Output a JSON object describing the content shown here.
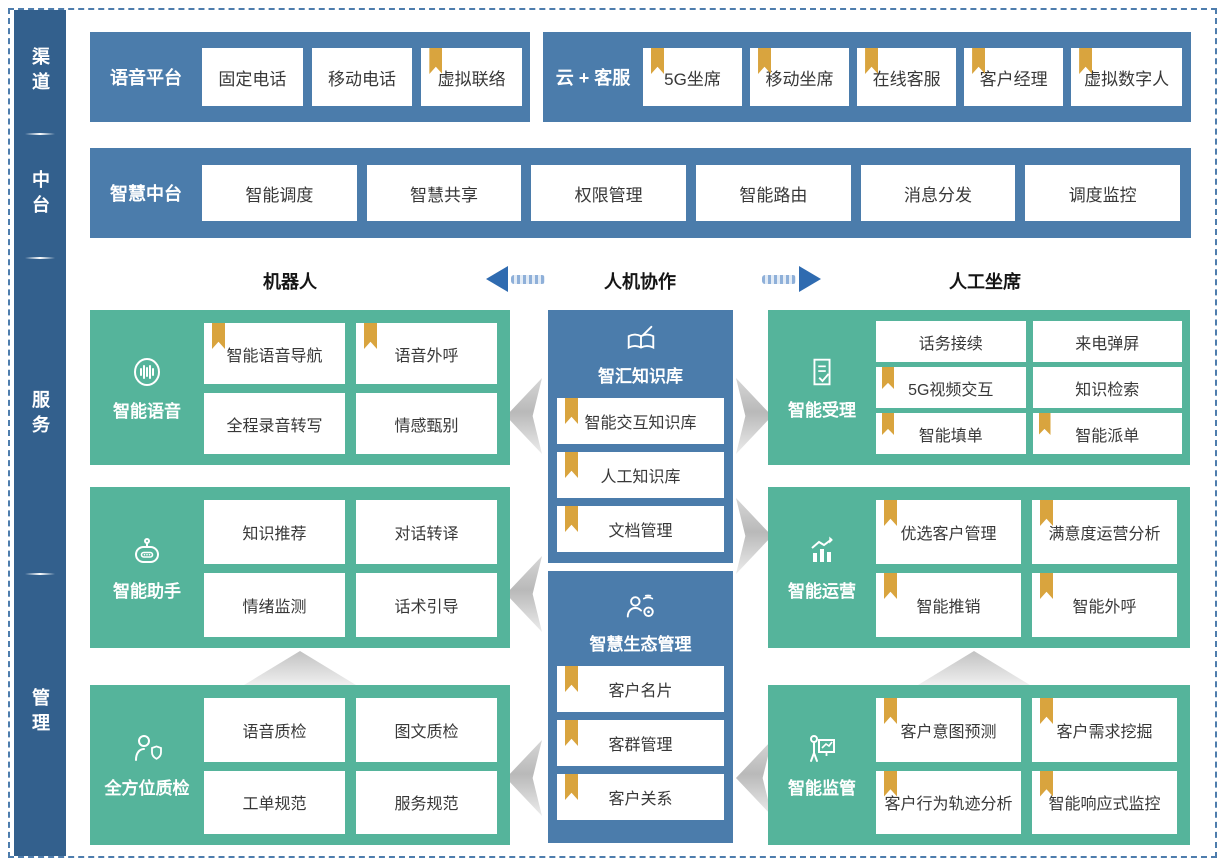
{
  "colors": {
    "sidebar_navy": "#33608d",
    "panel_blue": "#4b7cab",
    "panel_green": "#55b49b",
    "bookmark_gold": "#d9a43e",
    "arrow_blue": "#2f6bb0"
  },
  "sidebar": {
    "items": [
      {
        "label": "渠道"
      },
      {
        "label": "中台"
      },
      {
        "label": "服务"
      },
      {
        "label": "管理"
      }
    ]
  },
  "top": {
    "voice": {
      "label": "语音平台",
      "items": [
        {
          "label": "固定电话",
          "bookmark": false
        },
        {
          "label": "移动电话",
          "bookmark": false
        },
        {
          "label": "虚拟联络",
          "bookmark": true
        }
      ]
    },
    "cloud": {
      "label": "云 + 客服",
      "items": [
        {
          "label": "5G坐席",
          "bookmark": true
        },
        {
          "label": "移动坐席",
          "bookmark": true
        },
        {
          "label": "在线客服",
          "bookmark": true
        },
        {
          "label": "客户经理",
          "bookmark": true
        },
        {
          "label": "虚拟数字人",
          "bookmark": true
        }
      ]
    },
    "middle": {
      "label": "智慧中台",
      "items": [
        {
          "label": "智能调度",
          "bookmark": false
        },
        {
          "label": "智慧共享",
          "bookmark": false
        },
        {
          "label": "权限管理",
          "bookmark": false
        },
        {
          "label": "智能路由",
          "bookmark": false
        },
        {
          "label": "消息分发",
          "bookmark": false
        },
        {
          "label": "调度监控",
          "bookmark": false
        }
      ]
    }
  },
  "lanes": {
    "left": "机器人",
    "center": "人机协作",
    "right": "人工坐席"
  },
  "services": {
    "left": [
      {
        "title": "智能语音",
        "icon": "voice-waveform-icon",
        "items": [
          {
            "label": "智能语音导航",
            "bookmark": true
          },
          {
            "label": "语音外呼",
            "bookmark": true
          },
          {
            "label": "全程录音转写",
            "bookmark": false
          },
          {
            "label": "情感甄别",
            "bookmark": false
          }
        ]
      },
      {
        "title": "智能助手",
        "icon": "robot-icon",
        "items": [
          {
            "label": "知识推荐",
            "bookmark": false
          },
          {
            "label": "对话转译",
            "bookmark": false
          },
          {
            "label": "情绪监测",
            "bookmark": false
          },
          {
            "label": "话术引导",
            "bookmark": false
          }
        ]
      },
      {
        "title": "全方位质检",
        "icon": "quality-inspector-icon",
        "items": [
          {
            "label": "语音质检",
            "bookmark": false
          },
          {
            "label": "图文质检",
            "bookmark": false
          },
          {
            "label": "工单规范",
            "bookmark": false
          },
          {
            "label": "服务规范",
            "bookmark": false
          }
        ]
      }
    ],
    "center": [
      {
        "title": "智汇知识库",
        "icon": "knowledge-book-pen-icon",
        "items": [
          {
            "label": "智能交互知识库",
            "bookmark": true
          },
          {
            "label": "人工知识库",
            "bookmark": true
          },
          {
            "label": "文档管理",
            "bookmark": true
          }
        ]
      },
      {
        "title": "智慧生态管理",
        "icon": "ecosystem-person-network-icon",
        "items": [
          {
            "label": "客户名片",
            "bookmark": true
          },
          {
            "label": "客群管理",
            "bookmark": true
          },
          {
            "label": "客户关系",
            "bookmark": true
          }
        ]
      }
    ],
    "right": [
      {
        "title": "智能受理",
        "icon": "document-check-icon",
        "items": [
          {
            "label": "话务接续",
            "bookmark": false
          },
          {
            "label": "来电弹屏",
            "bookmark": false
          },
          {
            "label": "5G视频交互",
            "bookmark": true
          },
          {
            "label": "知识检索",
            "bookmark": false
          },
          {
            "label": "智能填单",
            "bookmark": true
          },
          {
            "label": "智能派单",
            "bookmark": true
          }
        ]
      },
      {
        "title": "智能运营",
        "icon": "chart-growth-icon",
        "items": [
          {
            "label": "优选客户管理",
            "bookmark": true
          },
          {
            "label": "满意度运营分析",
            "bookmark": true
          },
          {
            "label": "智能推销",
            "bookmark": true
          },
          {
            "label": "智能外呼",
            "bookmark": true
          }
        ]
      },
      {
        "title": "智能监管",
        "icon": "supervision-presenter-icon",
        "items": [
          {
            "label": "客户意图预测",
            "bookmark": true
          },
          {
            "label": "客户需求挖掘",
            "bookmark": true
          },
          {
            "label": "客户行为轨迹分析",
            "bookmark": true
          },
          {
            "label": "智能响应式监控",
            "bookmark": true
          }
        ]
      }
    ]
  }
}
